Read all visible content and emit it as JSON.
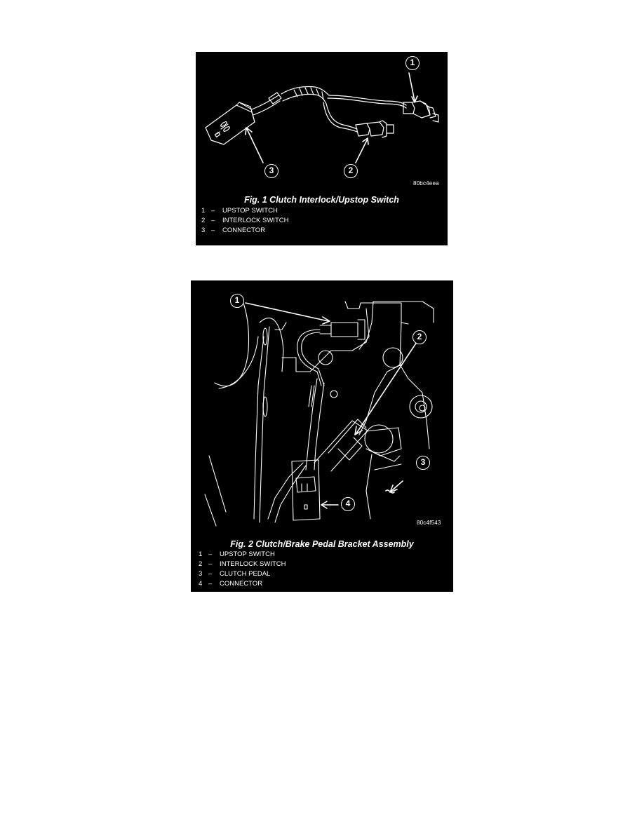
{
  "figures": [
    {
      "caption": "Fig. 1 Clutch Interlock/Upstop Switch",
      "image_code": "80bc4eea",
      "callouts": [
        "1",
        "2",
        "3"
      ],
      "legend": [
        {
          "num": "1",
          "dash": "–",
          "label": "UPSTOP SWITCH"
        },
        {
          "num": "2",
          "dash": "–",
          "label": "INTERLOCK SWITCH"
        },
        {
          "num": "3",
          "dash": "–",
          "label": "CONNECTOR"
        }
      ]
    },
    {
      "caption": "Fig. 2 Clutch/Brake Pedal Bracket Assembly",
      "image_code": "80c4f543",
      "callouts": [
        "1",
        "2",
        "3",
        "4"
      ],
      "legend": [
        {
          "num": "1",
          "dash": "–",
          "label": "UPSTOP SWITCH"
        },
        {
          "num": "2",
          "dash": "–",
          "label": "INTERLOCK SWITCH"
        },
        {
          "num": "3",
          "dash": "–",
          "label": "CLUTCH PEDAL"
        },
        {
          "num": "4",
          "dash": "–",
          "label": "CONNECTOR"
        }
      ]
    }
  ]
}
